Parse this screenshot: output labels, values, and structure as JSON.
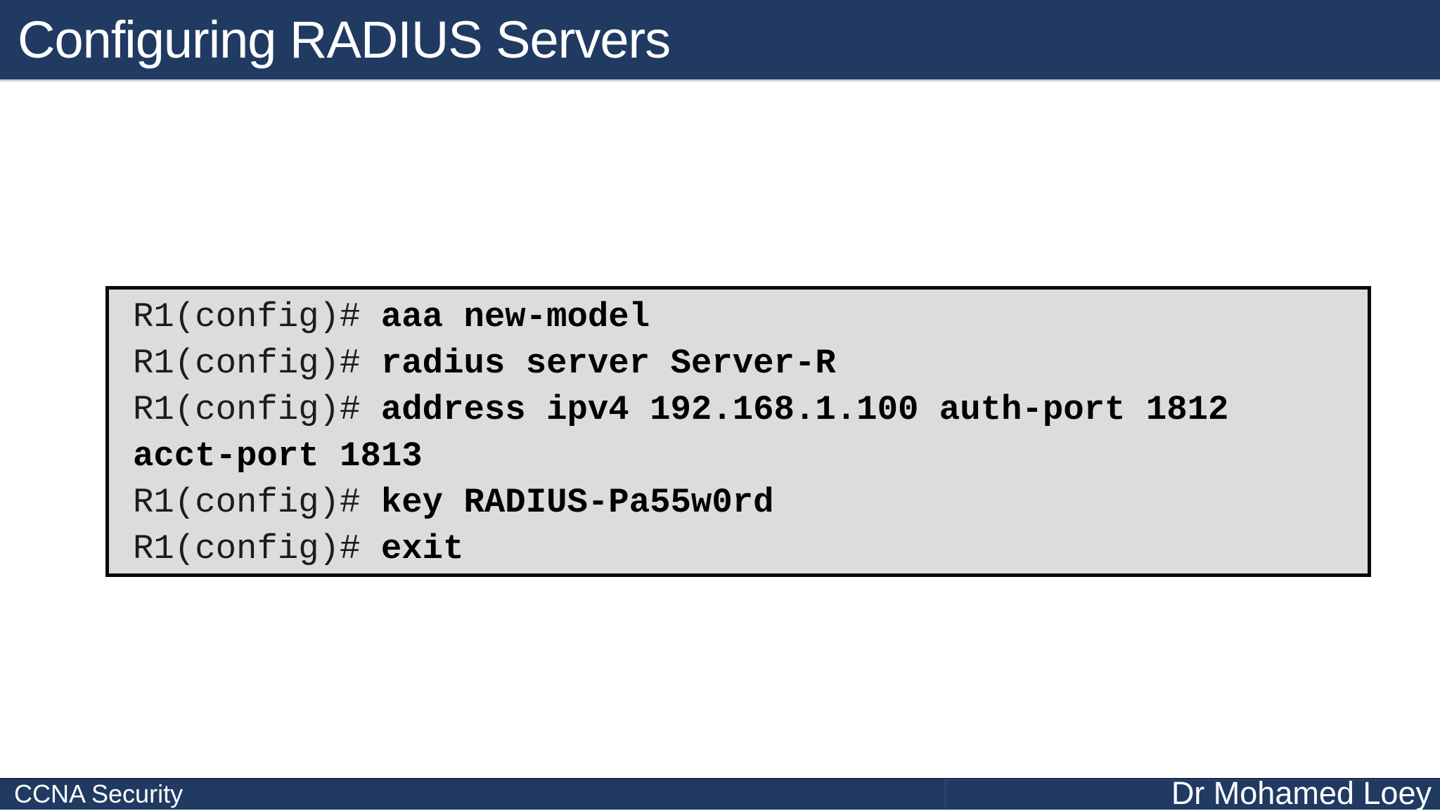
{
  "slide": {
    "title": "Configuring RADIUS Servers",
    "colors": {
      "navy": "#203a62",
      "header_underline": "#ccd4e0",
      "code_bg": "#dcdcde",
      "code_border": "#0a0a0a",
      "code_text": "#111111",
      "footer_divider": "#33507f",
      "text_light": "#ffffff"
    },
    "terminal": {
      "lines": [
        {
          "prompt": "R1(config)# ",
          "command": "aaa new-model"
        },
        {
          "prompt": "R1(config)# ",
          "command": "radius server Server-R"
        },
        {
          "prompt": "R1(config)# ",
          "command": "address ipv4 192.168.1.100 auth-port 1812"
        },
        {
          "prompt": "",
          "command": "acct-port 1813"
        },
        {
          "prompt": "R1(config)# ",
          "command": "key RADIUS-Pa55w0rd"
        },
        {
          "prompt": "R1(config)# ",
          "command": "exit"
        }
      ]
    },
    "footer": {
      "course": "CCNA Security",
      "author": "Dr Mohamed Loey"
    }
  }
}
